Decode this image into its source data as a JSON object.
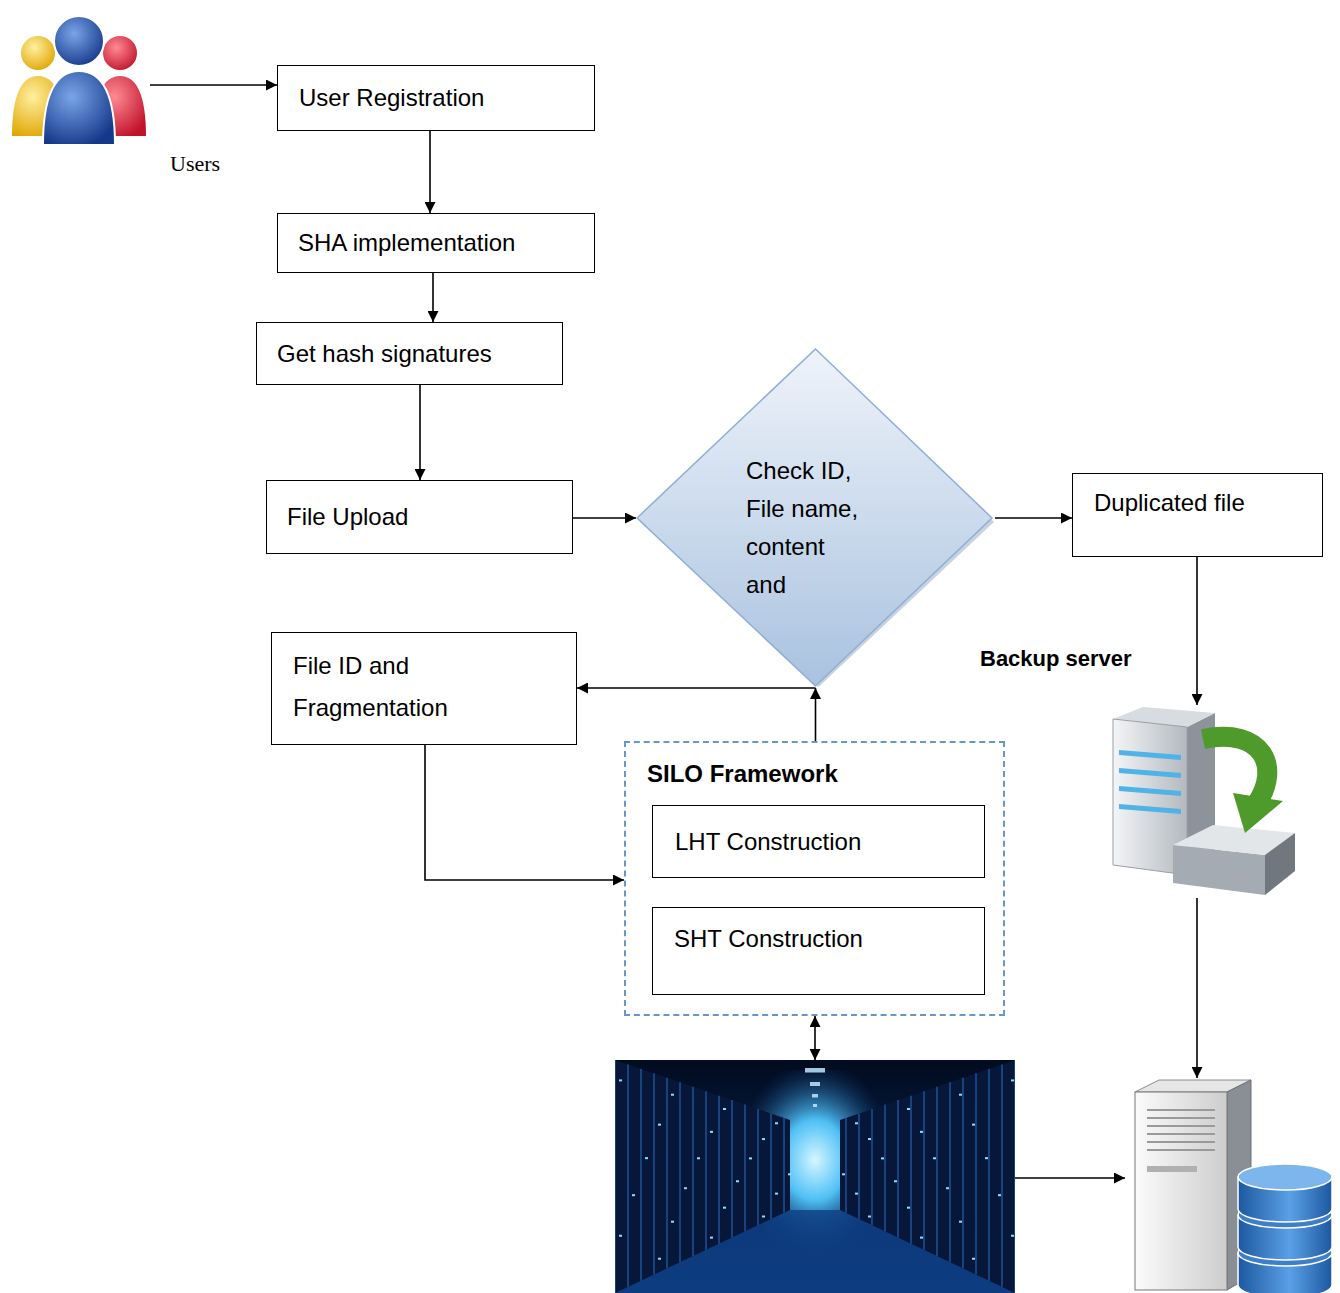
{
  "diagram": {
    "nodes": [
      {
        "text": [
          "Users"
        ]
      },
      {
        "text": [
          "User Registration"
        ]
      },
      {
        "text": [
          "SHA implementation"
        ]
      },
      {
        "text": [
          "Get hash signatures"
        ]
      },
      {
        "text": [
          "File Upload"
        ]
      },
      {
        "text": [
          "Check ID, File name, content and"
        ]
      },
      {
        "text": [
          "Duplicated file"
        ]
      },
      {
        "text": [
          "File ID and Fragmentation"
        ]
      },
      {
        "text": [
          "Backup server"
        ]
      },
      {
        "text": [
          "SILO Framework"
        ]
      },
      {
        "text": [
          "LHT Construction"
        ],
        "in": 9
      },
      {
        "text": [
          "SHT Construction"
        ],
        "in": 9
      },
      {
        "text": []
      },
      {
        "text": []
      }
    ],
    "edges": [
      {
        "from": 0,
        "to": 1,
        "arrow": "to"
      },
      {
        "from": 1,
        "to": 2,
        "arrow": "to"
      },
      {
        "from": 2,
        "to": 3,
        "arrow": "to"
      },
      {
        "from": 3,
        "to": 4,
        "arrow": "to"
      },
      {
        "from": 4,
        "to": 5,
        "arrow": "to"
      },
      {
        "from": 5,
        "to": 6,
        "arrow": "to"
      },
      {
        "from": 6,
        "to": 8,
        "arrow": "to"
      },
      {
        "from": 5,
        "to": 7,
        "arrow": "to"
      },
      {
        "from": 9,
        "to": 5,
        "arrow": "to"
      },
      {
        "from": 7,
        "to": 9,
        "arrow": "to"
      },
      {
        "from": 9,
        "to": 12,
        "arrow": "both"
      },
      {
        "from": 8,
        "to": 13,
        "arrow": "to"
      },
      {
        "from": 12,
        "to": 13,
        "arrow": "to"
      }
    ]
  }
}
